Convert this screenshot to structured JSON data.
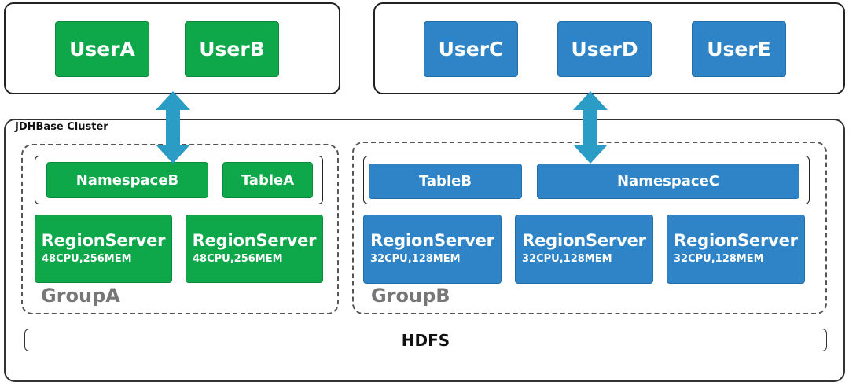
{
  "users_left": [
    "UserA",
    "UserB"
  ],
  "users_right": [
    "UserC",
    "UserD",
    "UserE"
  ],
  "cluster_label": "JDHBase Cluster",
  "groupA": {
    "label": "GroupA",
    "namespaces": [
      "NamespaceB",
      "TableA"
    ],
    "servers": [
      {
        "title": "RegionServer",
        "spec": "48CPU,256MEM"
      },
      {
        "title": "RegionServer",
        "spec": "48CPU,256MEM"
      }
    ]
  },
  "groupB": {
    "label": "GroupB",
    "namespaces": [
      "TableB",
      "NamespaceC"
    ],
    "servers": [
      {
        "title": "RegionServer",
        "spec": "32CPU,128MEM"
      },
      {
        "title": "RegionServer",
        "spec": "32CPU,128MEM"
      },
      {
        "title": "RegionServer",
        "spec": "32CPU,128MEM"
      }
    ]
  },
  "hdfs_label": "HDFS",
  "colors": {
    "green": "#0ea84a",
    "blue": "#2e84c6",
    "arrow": "#2a9cc6"
  }
}
